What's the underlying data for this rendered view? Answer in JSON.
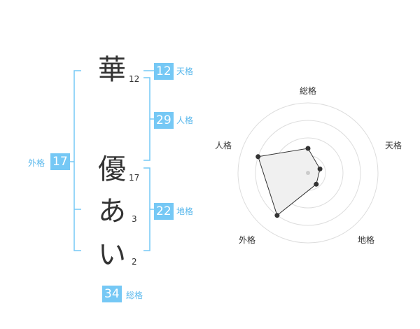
{
  "characters": [
    {
      "char": "華",
      "strokes": "12"
    },
    {
      "char": "優",
      "strokes": "17"
    },
    {
      "char": "あ",
      "strokes": "3"
    },
    {
      "char": "い",
      "strokes": "2"
    }
  ],
  "grids": {
    "tenkaku": {
      "value": "12",
      "label": "天格"
    },
    "jinkaku": {
      "value": "29",
      "label": "人格"
    },
    "chikaku": {
      "value": "22",
      "label": "地格"
    },
    "gaikaku": {
      "value": "17",
      "label": "外格"
    },
    "soukaku": {
      "value": "34",
      "label": "総格"
    }
  },
  "colors": {
    "accent": "#75c8f5",
    "bracket": "#75c8f5",
    "radar_fill": "#f0f0f0"
  },
  "chart_data": {
    "type": "radar",
    "axes": [
      "総格",
      "天格",
      "地格",
      "外格",
      "人格"
    ],
    "values": [
      0.35,
      0.18,
      0.2,
      0.75,
      0.75
    ],
    "rings": 4,
    "range": [
      0,
      1
    ]
  }
}
